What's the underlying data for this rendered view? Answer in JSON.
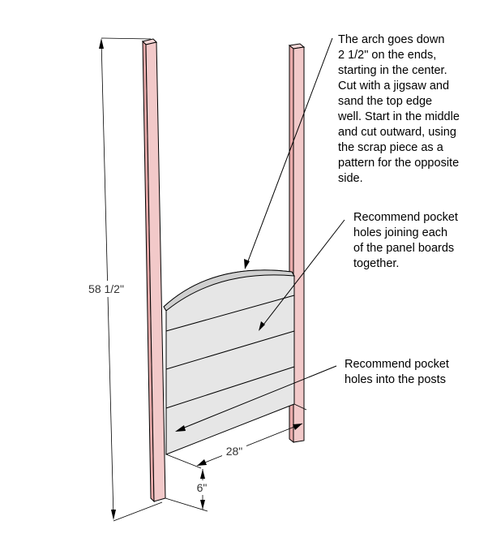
{
  "dimensions": {
    "height": "58 1/2\"",
    "width": "28\"",
    "gap": "6\""
  },
  "notes": {
    "arch": "The arch goes down\n2 1/2\" on the ends,\nstarting in the center.\nCut with a jigsaw and\nsand the top edge\nwell.  Start in the middle\nand cut outward, using\nthe scrap piece as a\npattern for the opposite\nside.",
    "panel_holes": "Recommend pocket\nholes joining each\nof the panel boards\ntogether.",
    "post_holes": "Recommend pocket\nholes into the posts"
  },
  "colors": {
    "post": "#f2c9c9",
    "post_dark": "#e9aaaa",
    "panel": "#e4e4e4",
    "line": "#000000"
  }
}
